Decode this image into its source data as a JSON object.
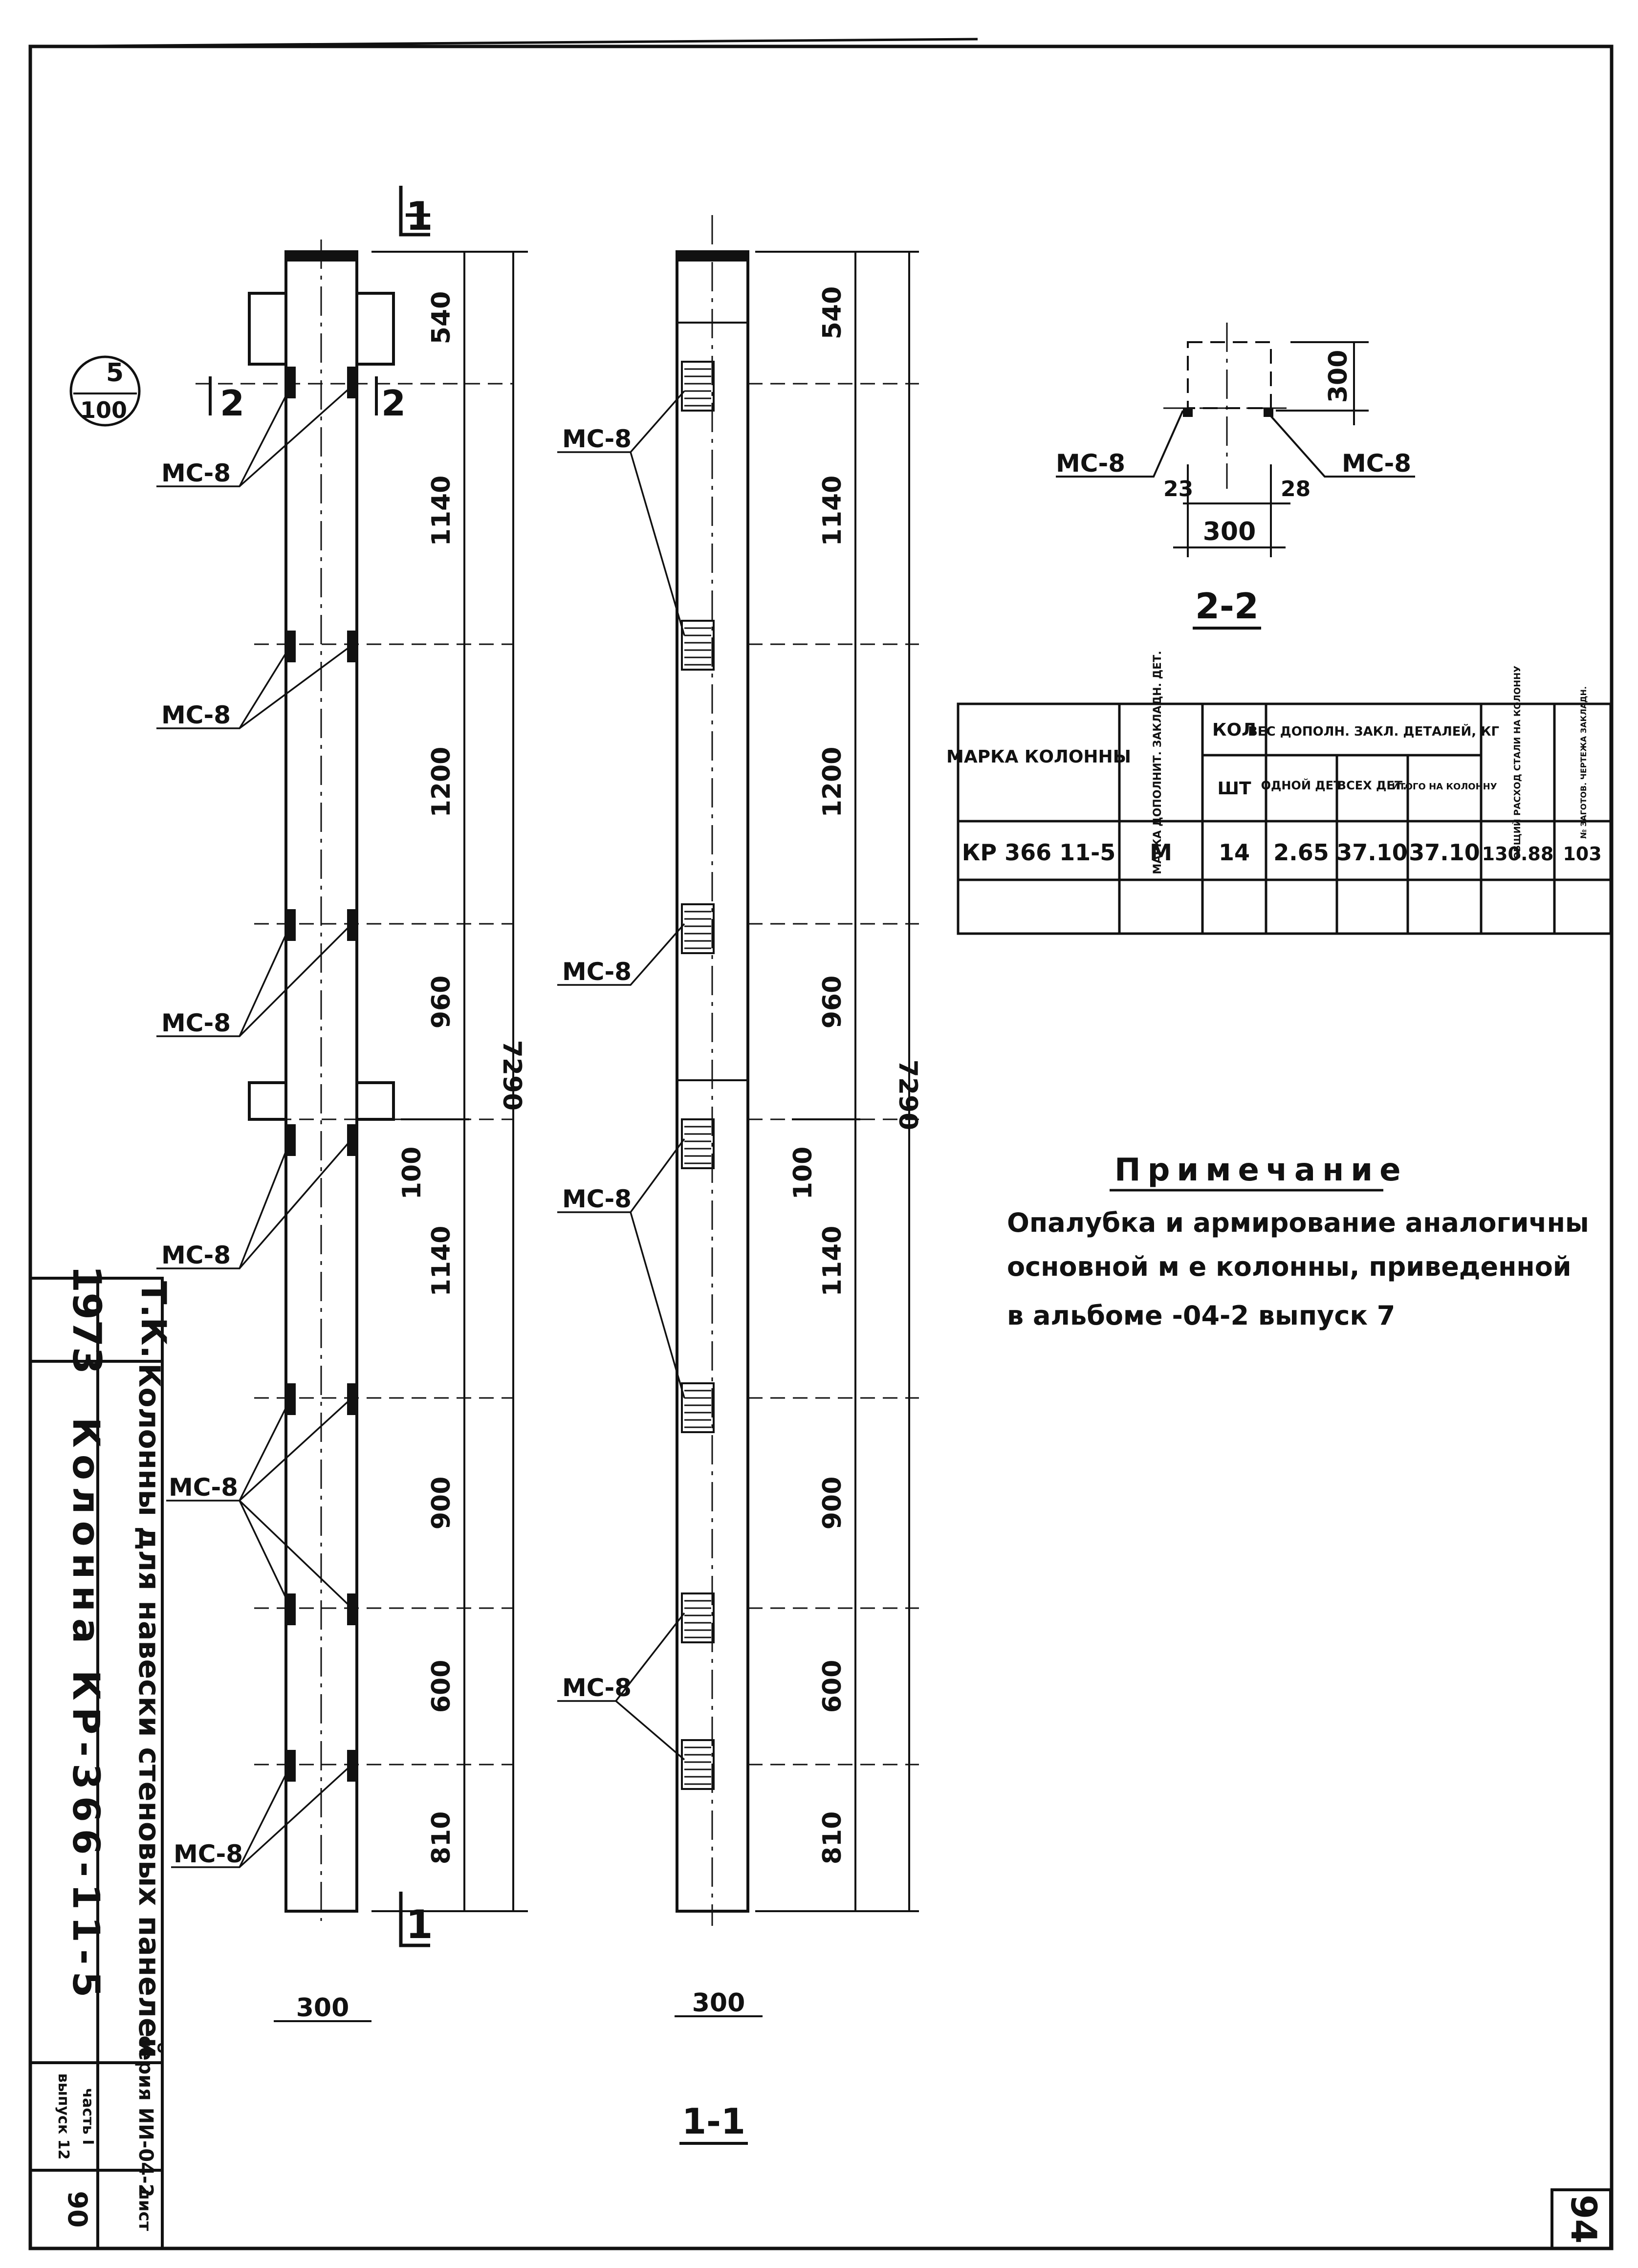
{
  "scale": {
    "top": "5",
    "bottom": "100"
  },
  "section_marks": {
    "one": "1",
    "two": "2",
    "label_1_1": "1-1",
    "label_2_2": "2-2"
  },
  "dims_height": [
    "540",
    "1140",
    "1200",
    "960",
    "100",
    "1140",
    "900",
    "600",
    "810"
  ],
  "total_height": "7290",
  "width_300": "300",
  "section_dims": {
    "d300": "300",
    "d23": "23",
    "d28": "28",
    "w300": "300"
  },
  "part_label": "МС-8",
  "table": {
    "headers": {
      "mark": "МАРКА КОЛОННЫ",
      "embedded_mark": "МАРКА ДОПОЛНИТ. ЗАКЛАДН. ДЕТ.",
      "qty": "КОЛ",
      "qty_unit": "ШТ",
      "weight": "ВЕС ДОПОЛН. ЗАКЛ. ДЕТАЛЕЙ, КГ",
      "w_one": "ОДНОЙ ДЕТ",
      "w_all": "ВСЕХ ДЕТ.",
      "w_total": "ИТОГО НА КОЛОННУ",
      "steel": "ОБЩИЙ РАСХОД СТАЛИ НА КОЛОННУ",
      "drawing": "№ ЗАГОТОВ. ЧЕРТЕЖА ЗАКЛАДН."
    },
    "row": {
      "mark": "КР 366 11-5",
      "embedded": "М",
      "qty": "14",
      "w_one": "2.65",
      "w_all": "37.10",
      "w_total": "37.10",
      "steel": "130.88",
      "drawing": "103"
    }
  },
  "note": {
    "title": "Примечание",
    "lines": [
      "Опалубка и армирование аналогичны",
      "основной м    е колонны, приведенной",
      "в альбоме       -04-2 выпуск 7"
    ]
  },
  "stamp": {
    "year": "1973",
    "tk": "Т.К.",
    "title": "Колонны для навески стеновых панелей",
    "subtitle": "Колонна КР-366-11-5",
    "series": "серия ИИ-04-2",
    "issue": "выпуск 12",
    "part": "часть I",
    "sheet_label": "лист",
    "sheet": "90"
  },
  "page_number": "94"
}
